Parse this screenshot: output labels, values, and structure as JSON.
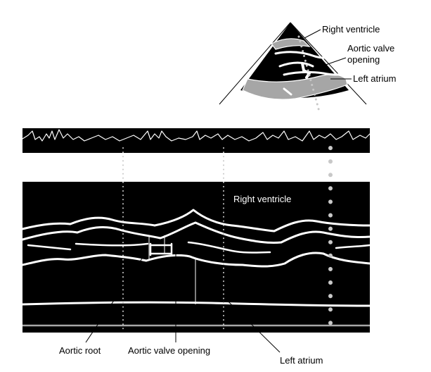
{
  "sector_view": {
    "labels": {
      "right_ventricle": "Right ventricle",
      "aortic_valve_opening_line1": "Aortic valve",
      "aortic_valve_opening_line2": "opening",
      "left_atrium": "Left atrium"
    }
  },
  "mmode_view": {
    "labels": {
      "right_ventricle": "Right ventricle",
      "aortic_root": "Aortic root",
      "aortic_valve_opening": "Aortic valve opening",
      "left_atrium": "Left atrium"
    }
  },
  "colors": {
    "background": "#ffffff",
    "tissue": "#000000",
    "echo": "#ffffff",
    "muscle_gray": "#a6a6a6",
    "cursor_gray": "#c8c8c8"
  }
}
